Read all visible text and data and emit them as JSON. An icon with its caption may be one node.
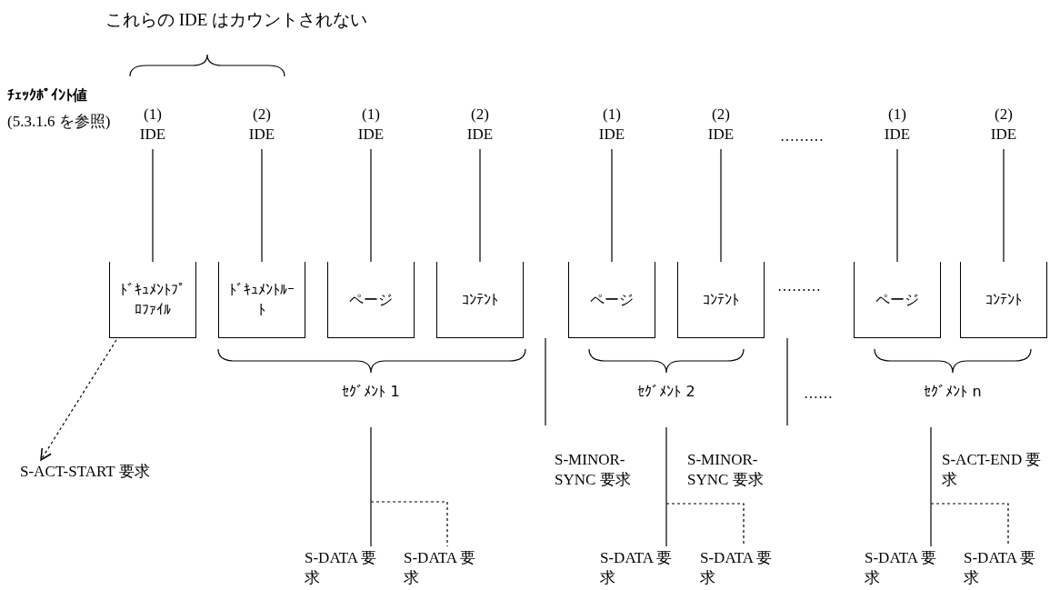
{
  "diagram": {
    "nodes": [
      {
        "text": [
          "(1)",
          "IDE"
        ]
      },
      {
        "text": [
          "(2)",
          "IDE"
        ]
      },
      {
        "text": [
          "(1)",
          "IDE"
        ]
      },
      {
        "text": [
          "(2)",
          "IDE"
        ]
      },
      {
        "text": [
          "(1)",
          "IDE"
        ]
      },
      {
        "text": [
          "(2)",
          "IDE"
        ]
      },
      {
        "text": [
          "(1)",
          "IDE"
        ]
      },
      {
        "text": [
          "(2)",
          "IDE"
        ]
      },
      {
        "text": [
          "ﾄﾞｷｭﾒﾝﾄﾌﾟﾛﾌｧｲﾙ"
        ]
      },
      {
        "text": [
          "ﾄﾞｷｭﾒﾝﾄﾙｰﾄ"
        ]
      },
      {
        "text": [
          "ページ"
        ]
      },
      {
        "text": [
          "ｺﾝﾃﾝﾄ"
        ]
      },
      {
        "text": [
          "ページ"
        ]
      },
      {
        "text": [
          "ｺﾝﾃﾝﾄ"
        ]
      },
      {
        "text": [
          "ページ"
        ]
      },
      {
        "text": [
          "ｺﾝﾃﾝﾄ"
        ]
      },
      {
        "text": [
          "S-ACT-START 要求"
        ]
      },
      {
        "text": [
          "S-DATA 要求"
        ]
      },
      {
        "text": [
          "S-DATA 要求"
        ]
      },
      {
        "text": [
          "S-DATA 要求"
        ]
      },
      {
        "text": [
          "S-DATA 要求"
        ]
      },
      {
        "text": [
          "S-DATA 要求"
        ]
      },
      {
        "text": [
          "S-DATA 要求"
        ]
      }
    ],
    "edges": [
      {
        "from": 0,
        "to": 8,
        "arrow": "none"
      },
      {
        "from": 1,
        "to": 9,
        "arrow": "none"
      },
      {
        "from": 2,
        "to": 10,
        "arrow": "none"
      },
      {
        "from": 3,
        "to": 11,
        "arrow": "none"
      },
      {
        "from": 4,
        "to": 12,
        "arrow": "none"
      },
      {
        "from": 5,
        "to": 13,
        "arrow": "none"
      },
      {
        "from": 6,
        "to": 14,
        "arrow": "none"
      },
      {
        "from": 7,
        "to": 15,
        "arrow": "none"
      },
      {
        "from": 8,
        "to": 16,
        "arrow": "to",
        "style": "dashed"
      },
      {
        "from": null,
        "to": 17,
        "arrow": "none"
      },
      {
        "from": null,
        "to": 18,
        "arrow": "none",
        "style": "dashed"
      },
      {
        "from": null,
        "to": 19,
        "arrow": "none"
      },
      {
        "from": null,
        "to": 20,
        "arrow": "none",
        "style": "dashed"
      },
      {
        "from": null,
        "to": 21,
        "arrow": "none"
      },
      {
        "from": null,
        "to": 22,
        "arrow": "none",
        "style": "dashed"
      }
    ],
    "labels": [
      "これらの IDE はカウントされない",
      "ﾁｪｯｸﾎﾟｲﾝﾄ値",
      "(5.3.1.6 を参照)",
      "………",
      "………",
      "ｾｸﾞﾒﾝﾄ 1",
      "ｾｸﾞﾒﾝﾄ 2",
      "……",
      "ｾｸﾞﾒﾝﾄ n",
      "S-MINOR-SYNC 要求",
      "S-MINOR-SYNC 要求",
      "S-ACT-END 要求"
    ]
  }
}
